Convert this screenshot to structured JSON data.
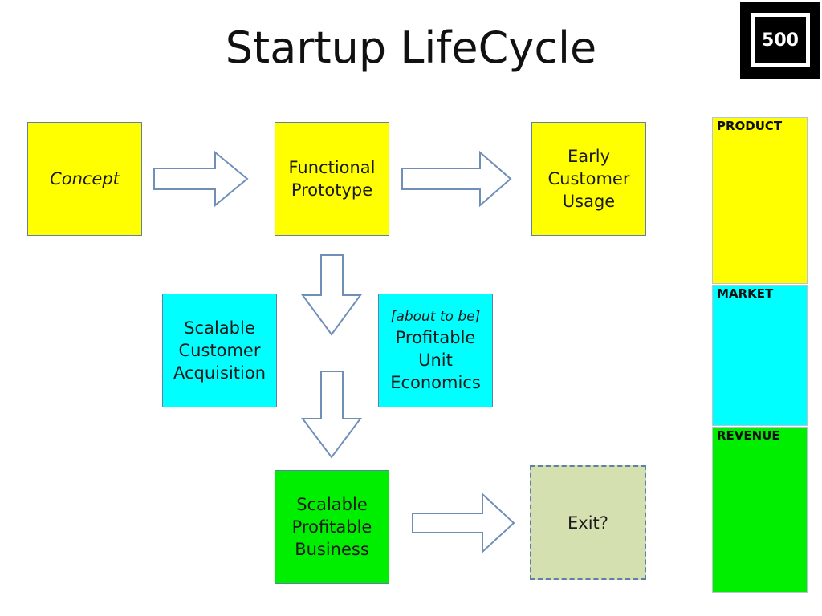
{
  "title": "Startup LifeCycle",
  "logo": {
    "text": "500"
  },
  "boxes": {
    "concept": "Concept",
    "functional_prototype": "Functional\nPrototype",
    "early_customer_usage": "Early\nCustomer\nUsage",
    "scalable_customer_acquisition": "Scalable\nCustomer\nAcquisition",
    "profitable_unit_economics": {
      "prefix": "[about to be]",
      "text": "Profitable\nUnit\nEconomics"
    },
    "scalable_profitable_business": "Scalable\nProfitable\nBusiness",
    "exit": "Exit?"
  },
  "phases": {
    "product": "PRODUCT",
    "market": "MARKET",
    "revenue": "REVENUE"
  },
  "colors": {
    "product": "#ffff00",
    "market": "#00ffff",
    "revenue": "#00ee00",
    "exit": "#d4e0b0",
    "box_border": "#5f7fa8",
    "arrow_outline": "#6f8fb8"
  }
}
